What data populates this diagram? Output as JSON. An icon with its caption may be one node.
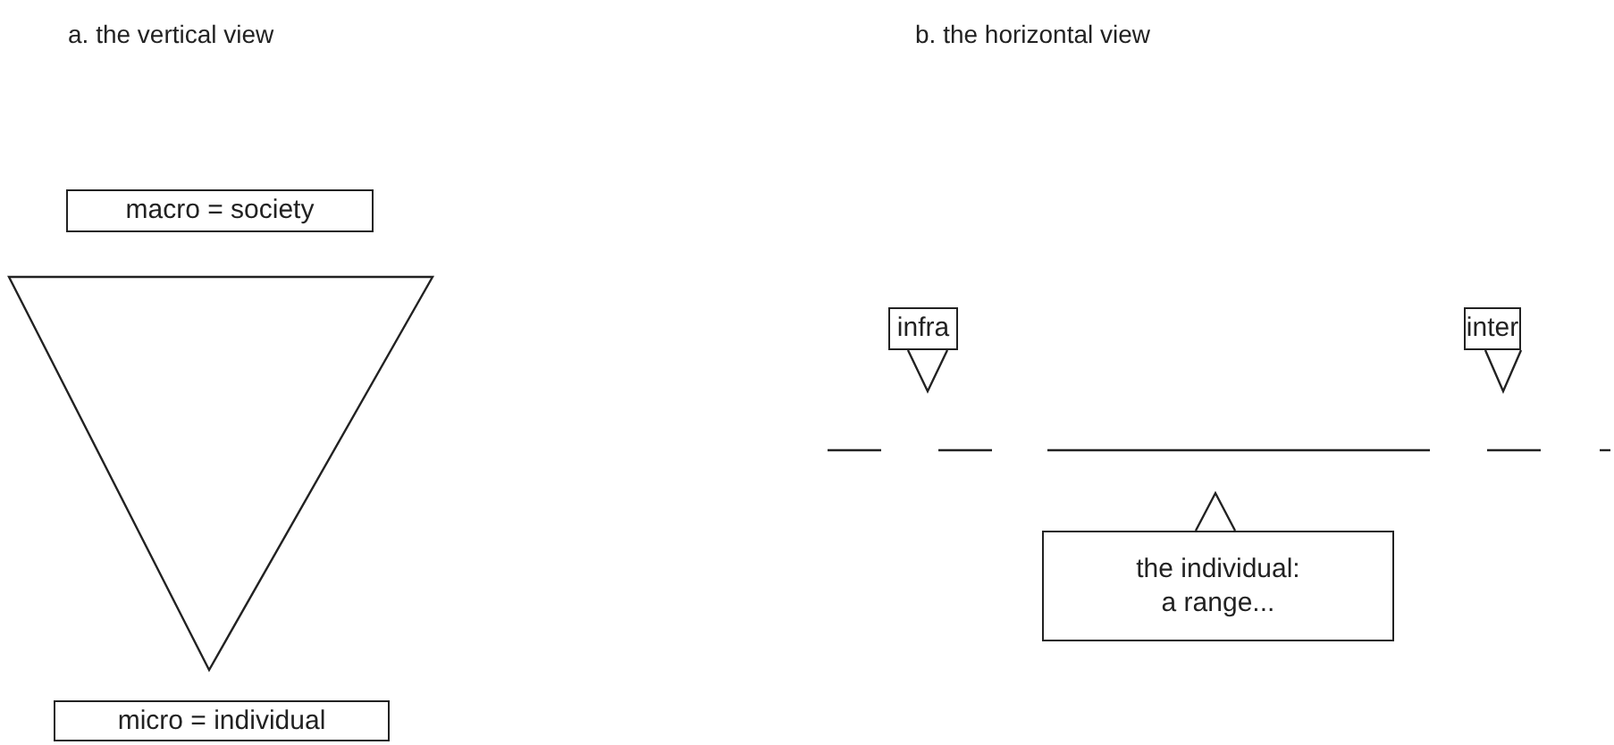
{
  "diagram": {
    "nodes": [
      {
        "text": [
          "macro = society"
        ]
      },
      {
        "text": [
          "micro = individual"
        ]
      },
      {
        "text": [
          "infra"
        ]
      },
      {
        "text": [
          "inter"
        ]
      },
      {
        "text": [
          "the individual: a range..."
        ]
      }
    ],
    "labels": [
      "a. the vertical view",
      "b. the horizontal view"
    ]
  }
}
